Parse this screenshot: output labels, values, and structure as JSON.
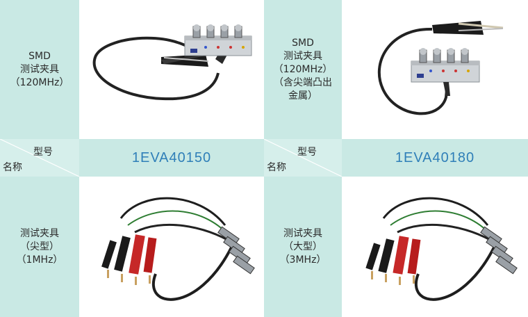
{
  "row1": {
    "left_label": [
      "SMD",
      "测试夹具",
      "（120MHz）"
    ],
    "right_label": [
      "SMD",
      "测试夹具",
      "（120MHz）",
      "（含尖端凸出",
      "金属）"
    ]
  },
  "header": {
    "left": {
      "xinghao": "型号",
      "mingcheng": "名称",
      "model": "1EVA40150"
    },
    "right": {
      "xinghao": "型号",
      "mingcheng": "名称",
      "model": "1EVA40180"
    }
  },
  "row3": {
    "left_label": [
      "测试夹具",
      "（尖型）",
      "（1MHz）"
    ],
    "right_label": [
      "测试夹具",
      "（大型）",
      "（3MHz）"
    ]
  },
  "colors": {
    "teal_bg": "#c9e9e4",
    "model_blue": "#2f7fb8"
  }
}
